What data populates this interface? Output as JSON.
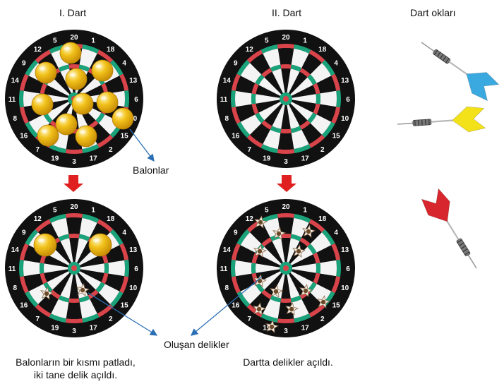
{
  "titles": {
    "dart1": "I. Dart",
    "dart2": "II. Dart",
    "darts": "Dart okları"
  },
  "labels": {
    "balloons": "Balonlar",
    "holes": "Oluşan delikler"
  },
  "captions": {
    "left_line1": "Balonların bir kısmı patladı,",
    "left_line2": "iki tane delik açıldı.",
    "right": "Dartta delikler açıldı."
  },
  "board_numbers": [
    "20",
    "1",
    "18",
    "4",
    "13",
    "6",
    "10",
    "15",
    "2",
    "17",
    "3",
    "19",
    "7",
    "16",
    "8",
    "11",
    "14",
    "9",
    "12",
    "5"
  ],
  "colors": {
    "board_black": "#111111",
    "board_white": "#f4f4f4",
    "ring_red": "#d9434a",
    "ring_green": "#1aa37a",
    "balloon": "#f2c21b",
    "arrow_red": "#e02020",
    "pointer_blue": "#2a6fb4",
    "dart_blue": "#3aa9e0",
    "dart_yellow": "#f3e21a",
    "dart_red": "#d8262e"
  },
  "icons": [
    "dartboard-icon",
    "balloon-icon",
    "hole-icon",
    "down-arrow-icon",
    "dart-icon"
  ]
}
